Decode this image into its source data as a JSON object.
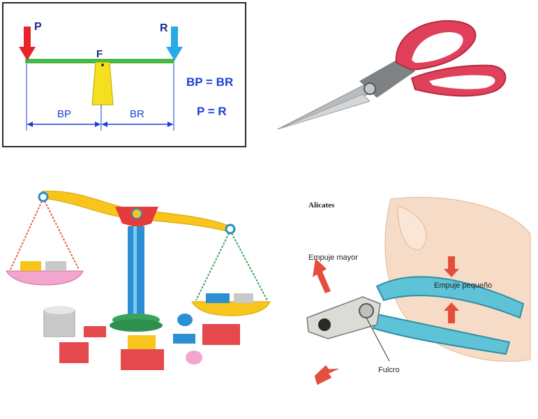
{
  "lever": {
    "label_p": "P",
    "label_r": "R",
    "label_f": "F",
    "label_bp": "BP",
    "label_br": "BR",
    "equation_1": "BP = BR",
    "equation_2": "P = R"
  },
  "pliers": {
    "title": "Alicates",
    "label_push_major": "Empuje mayor",
    "label_push_small": "Empuje pequeño",
    "label_fulcrum": "Fulcro"
  },
  "colors": {
    "force_p": "#e8232a",
    "force_r": "#29a9e6",
    "beam": "#3cc43c",
    "fulcrum": "#f5e020",
    "dimension": "#1a3fd6",
    "scissor_handle": "#e0405a",
    "plier_handle": "#5ec3d6"
  },
  "icons": [
    "lever-diagram",
    "scissors-icon",
    "balance-scale-icon",
    "pliers-icon"
  ]
}
